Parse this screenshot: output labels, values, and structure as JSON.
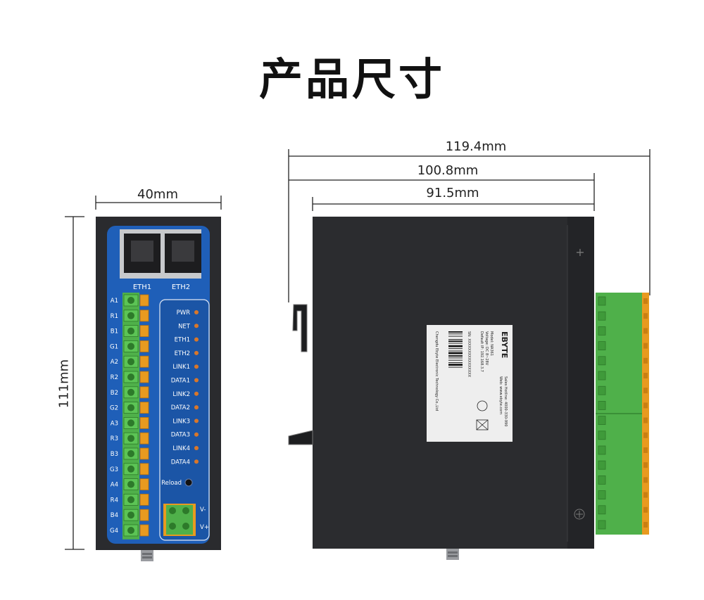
{
  "title": "产品尺寸",
  "dimensions": {
    "front_width": "40mm",
    "front_height": "111mm",
    "side_total": "119.4mm",
    "side_mid": "100.8mm",
    "side_body": "91.5mm"
  },
  "front_panel": {
    "eth_ports": [
      "ETH1",
      "ETH2"
    ],
    "terminals": [
      "A1",
      "R1",
      "B1",
      "G1",
      "A2",
      "R2",
      "B2",
      "G2",
      "A3",
      "R3",
      "B3",
      "G3",
      "A4",
      "R4",
      "B4",
      "G4"
    ],
    "leds": [
      "PWR",
      "NET",
      "ETH1",
      "ETH2",
      "LINK1",
      "DATA1",
      "LINK2",
      "DATA2",
      "LINK3",
      "DATA3",
      "LINK4",
      "DATA4"
    ],
    "reload_label": "Reload",
    "power_labels": [
      "V-",
      "V+"
    ]
  },
  "colors": {
    "panel_blue": "#1f5fb8",
    "body_dark": "#2a2b2e",
    "terminal_green": "#4fb04a",
    "lever_orange": "#e89a1f",
    "led_orange": "#d9772a"
  },
  "label_card": {
    "brand": "EBYTE",
    "lines": [
      "Sales Hotline: 4000-330-990",
      "Web: www.ebyte.com",
      "Model: NA361",
      "Voltage: DC 8~28V",
      "Default IP: 192.168.3.7",
      "SN: XXXXXXXXXXXXXXXX",
      "Chengdu Ebyte Electronic Technology Co.,Ltd"
    ]
  }
}
